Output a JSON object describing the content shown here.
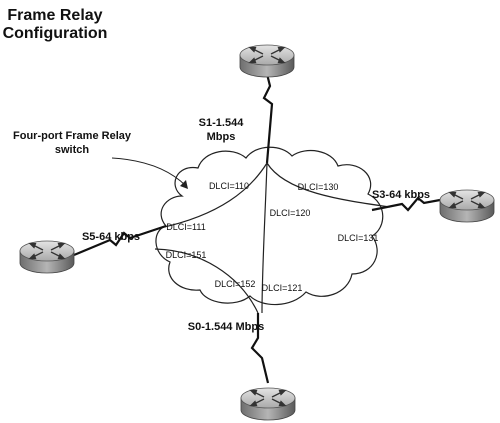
{
  "title": {
    "line1": "Frame Relay",
    "line2": "Configuration"
  },
  "switch_label": {
    "line1": "Four-port Frame Relay",
    "line2": "switch"
  },
  "links": {
    "s1": {
      "line1": "S1-1.544",
      "line2": "Mbps"
    },
    "s3": {
      "text": "S3-64 kbps"
    },
    "s5": {
      "text": "S5-64 kbps"
    },
    "s0": {
      "text": "S0-1.544 Mbps"
    }
  },
  "dlci": {
    "d110": "DLCI=110",
    "d130": "DLCI=130",
    "d120": "DLCI=120",
    "d111": "DLCI=111",
    "d131": "DLCI=131",
    "d151": "DLCI=151",
    "d152": "DLCI=152",
    "d121": "DLCI=121"
  },
  "icons": {
    "router": "router-icon",
    "cloud": "frame-relay-cloud"
  },
  "colors": {
    "router_body": "#8a8a8a",
    "router_top": "#cfcfcf",
    "line": "#111111"
  }
}
